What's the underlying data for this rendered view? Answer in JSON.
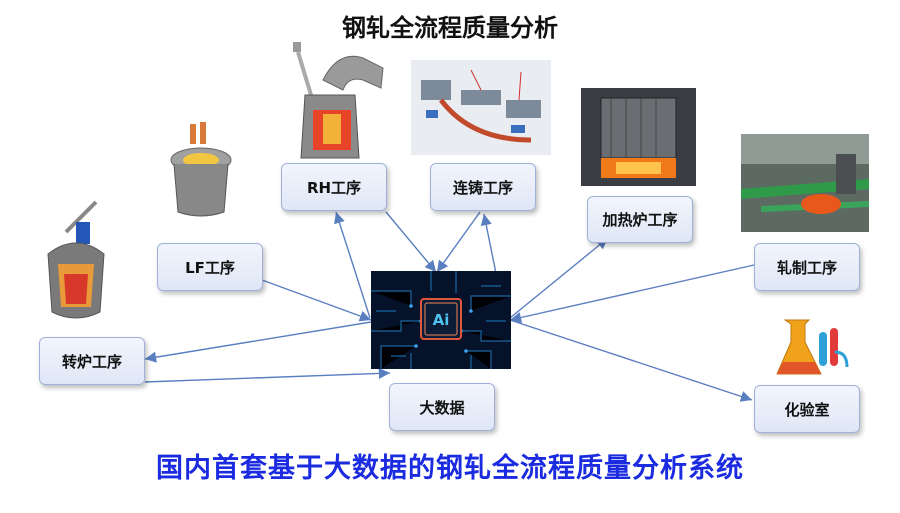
{
  "diagram": {
    "title": "钢轧全流程质量分析",
    "subtitle": "国内首套基于大数据的钢轧全流程质量分析系统",
    "center": {
      "label": "Ai",
      "caption": "大数据"
    },
    "nodes": {
      "rh": "RH工序",
      "cc": "连铸工序",
      "furnace": "加热炉工序",
      "lf": "LF工序",
      "rolling": "轧制工序",
      "converter": "转炉工序",
      "lab": "化验室"
    }
  },
  "colors": {
    "subtitle": "#1b2be0",
    "arrow": "#5a7fc0",
    "node_border": "#9fb1d8",
    "chip_glow": "#e0563a"
  }
}
